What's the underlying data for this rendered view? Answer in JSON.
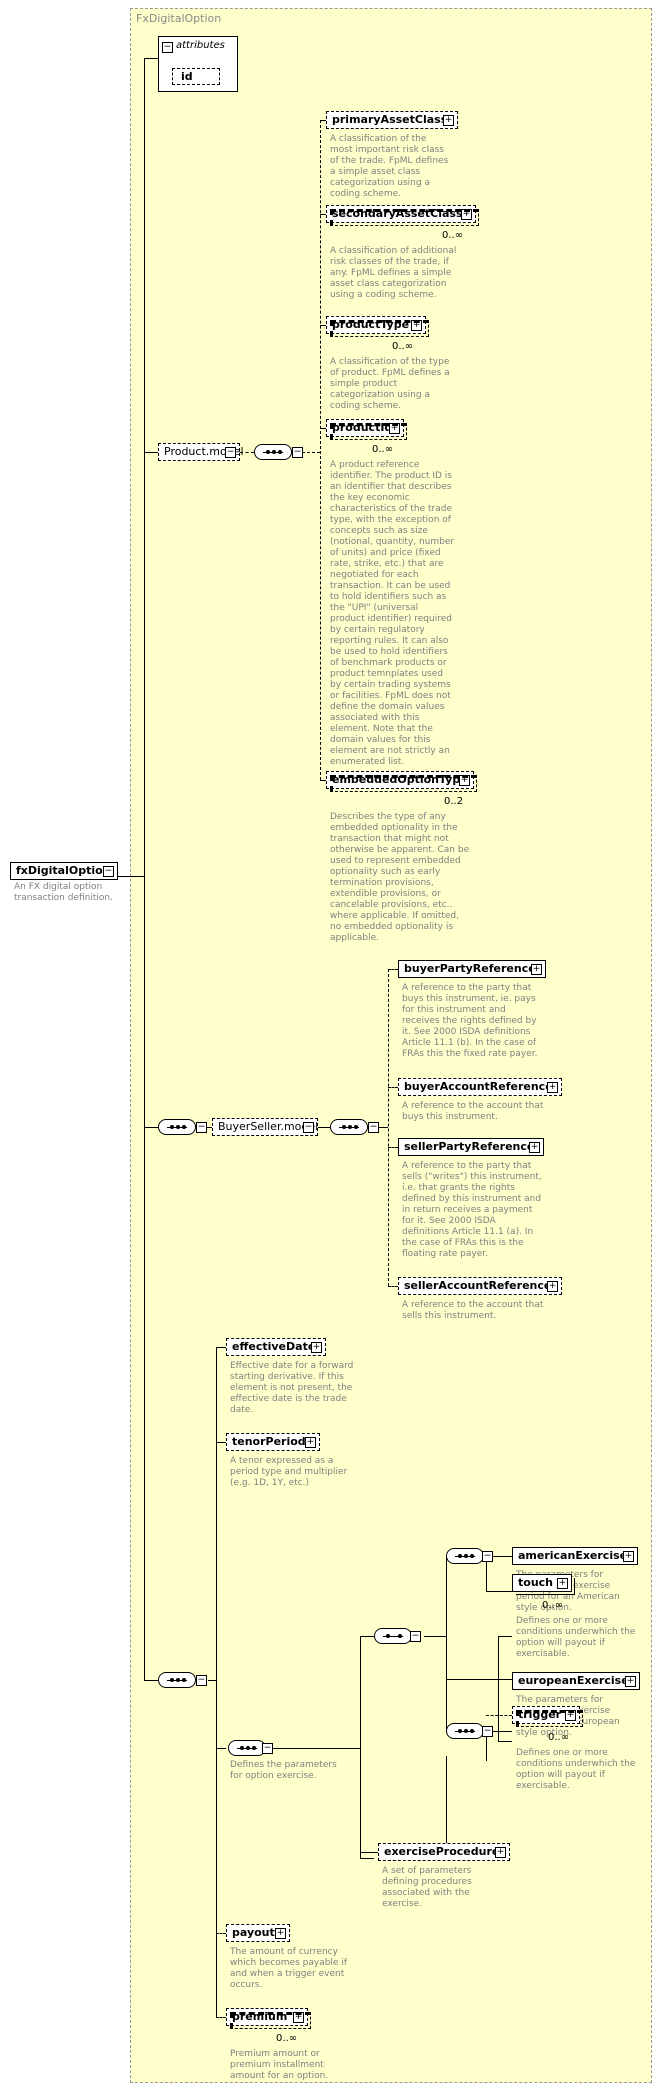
{
  "complex_type": {
    "name": "FxDigitalOption"
  },
  "root": {
    "name": "fxDigitalOption",
    "description": "An FX digital option transaction definition."
  },
  "attributes": {
    "label": "attributes",
    "id": "id"
  },
  "product_model": {
    "name": "Product.model",
    "elements": [
      {
        "name": "primaryAssetClass",
        "cardinality": "",
        "description": "A classification of the most important risk class of the trade. FpML defines a simple asset class categorization using a coding scheme."
      },
      {
        "name": "secondaryAssetClass",
        "cardinality": "0..∞",
        "description": "A classification of additional risk classes of the trade, if any. FpML defines a simple asset class categorization using a coding scheme."
      },
      {
        "name": "productType",
        "cardinality": "0..∞",
        "description": "A classification of the type of product. FpML defines a simple product categorization using a coding scheme."
      },
      {
        "name": "productId",
        "cardinality": "0..∞",
        "description": "A product reference identifier. The product ID is an identifier that describes the key economic characteristics of the trade type, with the exception of concepts such as size (notional, quantity, number of units) and price (fixed rate, strike, etc.) that are negotiated for each transaction. It can be used to hold identifiers such as the \"UPI\" (universal product identifier) required by certain regulatory reporting rules. It can also be used to hold identifiers of benchmark products or product temnplates used by certain trading systems or facilities. FpML does not define the domain values associated with this element. Note that the domain values for this element are not strictly an enumerated list."
      },
      {
        "name": "embeddedOptionType",
        "cardinality": "0..2",
        "description": "Describes the type of any embedded optionality in the transaction that might not otherwise be apparent. Can be used to represent embedded optionality such as early termination provisions, extendible provisions, or cancelable provisions, etc.. where applicable. If omitted, no embedded optionality is applicable."
      }
    ]
  },
  "buyer_seller_model": {
    "name": "BuyerSeller.model",
    "elements": [
      {
        "name": "buyerPartyReference",
        "description": "A reference to the party that buys this instrument, ie. pays for this instrument and receives the rights defined by it. See 2000 ISDA definitions Article 11.1 (b). In the case of FRAs this the fixed rate payer."
      },
      {
        "name": "buyerAccountReference",
        "description": "A reference to the account that buys this instrument."
      },
      {
        "name": "sellerPartyReference",
        "description": "A reference to the party that sells (\"writes\") this instrument, i.e. that grants the rights defined by this instrument and in return receives a payment for it. See 2000 ISDA definitions Article 11.1 (a). In the case of FRAs this is the floating rate payer."
      },
      {
        "name": "sellerAccountReference",
        "description": "A reference to the account that sells this instrument."
      }
    ]
  },
  "option_sequence": {
    "effectiveDate": {
      "name": "effectiveDate",
      "description": "Effective date for a forward starting derivative. If this element is not present, the effective date is the trade date."
    },
    "tenorPeriod": {
      "name": "tenorPeriod",
      "description": "A tenor expressed as a period type and multiplier (e.g. 1D, 1Y, etc.)"
    },
    "exercise_group": {
      "description": "Defines the parameters for option exercise."
    },
    "americanExercise": {
      "name": "americanExercise",
      "description": "The parameters for defining the exercise period for an American style option."
    },
    "touch": {
      "name": "touch",
      "cardinality": "0..∞",
      "description": "Defines one or more conditions underwhich the option will payout if exercisable."
    },
    "europeanExercise": {
      "name": "europeanExercise",
      "description": "The parameters for defining the exercise period for an European style option."
    },
    "trigger": {
      "name": "trigger",
      "cardinality": "0..∞",
      "description": "Defines one or more conditions underwhich the option will payout if exercisable."
    },
    "exerciseProcedure": {
      "name": "exerciseProcedure",
      "description": "A set of parameters defining procedures associated with the exercise."
    },
    "payout": {
      "name": "payout",
      "description": "The amount of currency which becomes payable if and when a trigger event occurs."
    },
    "premium": {
      "name": "premium",
      "cardinality": "0..∞",
      "description": "Premium amount or premium installment amount for an option."
    }
  },
  "icons": {
    "expand": "plus-box-icon",
    "collapse": "minus-box-icon",
    "sequence": "sequence-compositor-icon",
    "choice": "choice-compositor-icon"
  },
  "colors": {
    "background": "#ffffcc",
    "description_text": "#808080",
    "border": "#000000"
  }
}
